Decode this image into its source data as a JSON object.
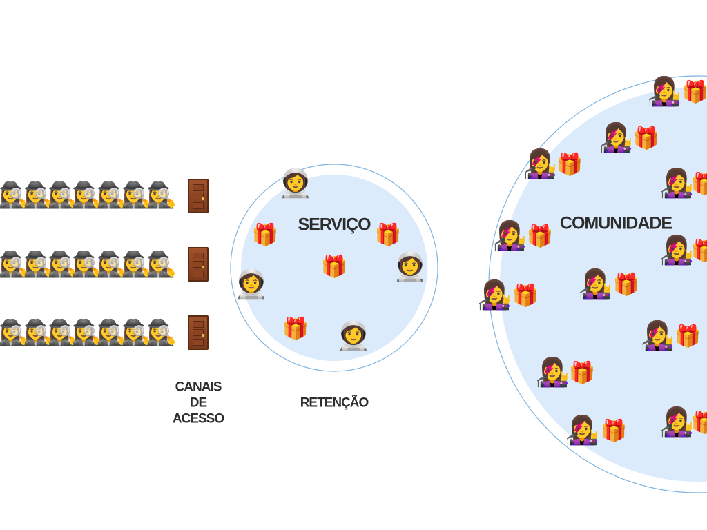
{
  "labels": {
    "servico": "SERVIÇO",
    "comunidade": "COMUNIDADE",
    "canais": [
      "CANAIS",
      "DE",
      "ACESSO"
    ],
    "retencao": "RETENÇÃO"
  },
  "icons": {
    "detective": "🕵‍♀",
    "door": "door-icon",
    "astronaut": "👩‍🚀",
    "gift": "🎁",
    "singer": "👩‍🎤"
  },
  "colors": {
    "circle_fill": "#dcebfb",
    "circle_stroke": "#7fb4e0"
  }
}
